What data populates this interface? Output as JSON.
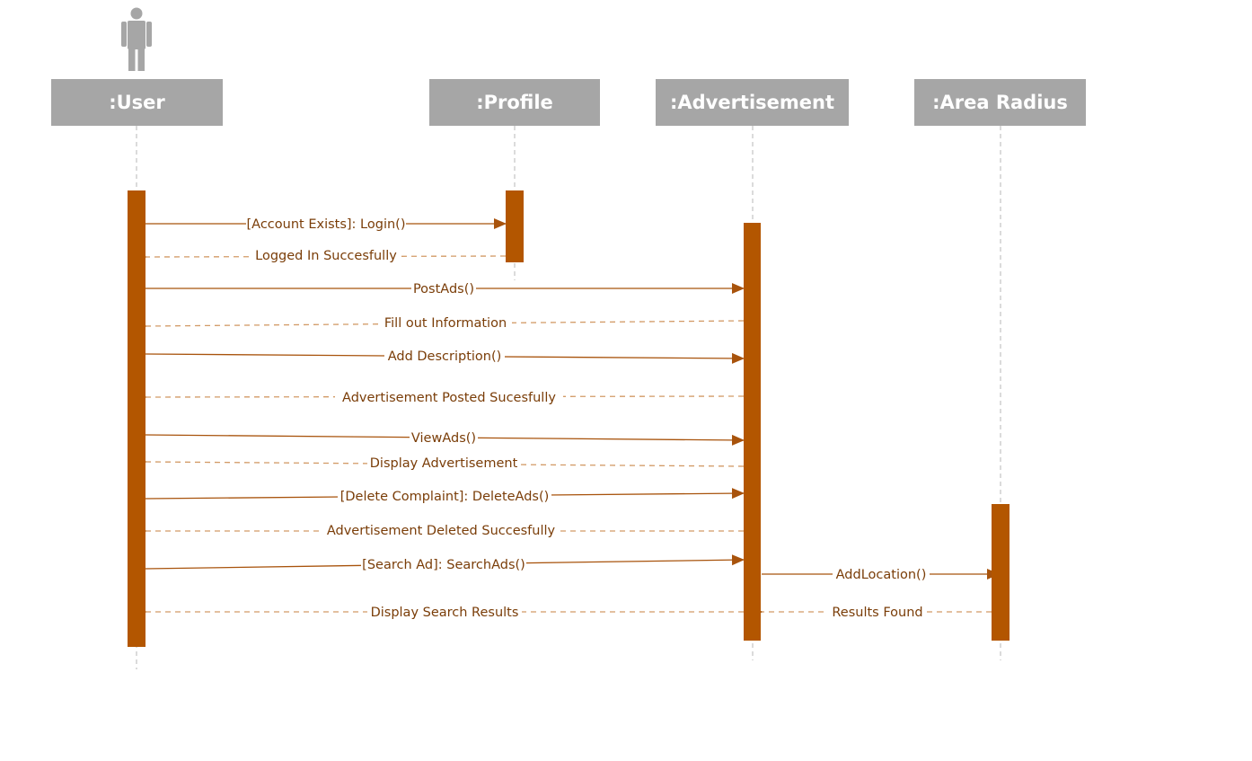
{
  "diagram": {
    "type": "sequence",
    "colors": {
      "lifeline_header": "#a6a6a6",
      "activation_bar": "#b35600",
      "message": "#a8530c",
      "reply_message": "#d29a66",
      "label_text": "#7a3d08"
    },
    "actor_icon": "person-icon",
    "lifelines": [
      {
        "id": "user",
        "label": ":User",
        "actor": true
      },
      {
        "id": "profile",
        "label": ":Profile"
      },
      {
        "id": "advertisement",
        "label": ":Advertisement"
      },
      {
        "id": "area_radius",
        "label": ":Area Radius"
      }
    ],
    "messages": [
      {
        "from": "user",
        "to": "profile",
        "label": "[Account Exists]: Login()",
        "kind": "call"
      },
      {
        "from": "profile",
        "to": "user",
        "label": "Logged In Succesfully",
        "kind": "reply"
      },
      {
        "from": "user",
        "to": "advertisement",
        "label": "PostAds()",
        "kind": "call"
      },
      {
        "from": "advertisement",
        "to": "user",
        "label": "Fill out Information",
        "kind": "reply"
      },
      {
        "from": "user",
        "to": "advertisement",
        "label": "Add Description()",
        "kind": "call"
      },
      {
        "from": "advertisement",
        "to": "user",
        "label": "Advertisement Posted Sucesfully",
        "kind": "reply"
      },
      {
        "from": "user",
        "to": "advertisement",
        "label": "ViewAds()",
        "kind": "call"
      },
      {
        "from": "advertisement",
        "to": "user",
        "label": "Display Advertisement",
        "kind": "reply"
      },
      {
        "from": "user",
        "to": "advertisement",
        "label": "[Delete Complaint]: DeleteAds()",
        "kind": "call"
      },
      {
        "from": "advertisement",
        "to": "user",
        "label": "Advertisement Deleted Succesfully",
        "kind": "reply"
      },
      {
        "from": "user",
        "to": "advertisement",
        "label": "[Search Ad]: SearchAds()",
        "kind": "call"
      },
      {
        "from": "advertisement",
        "to": "area_radius",
        "label": "AddLocation()",
        "kind": "call"
      },
      {
        "from": "area_radius",
        "to": "advertisement",
        "label": "Results Found",
        "kind": "reply"
      },
      {
        "from": "advertisement",
        "to": "user",
        "label": "Display Search Results",
        "kind": "reply"
      }
    ]
  }
}
